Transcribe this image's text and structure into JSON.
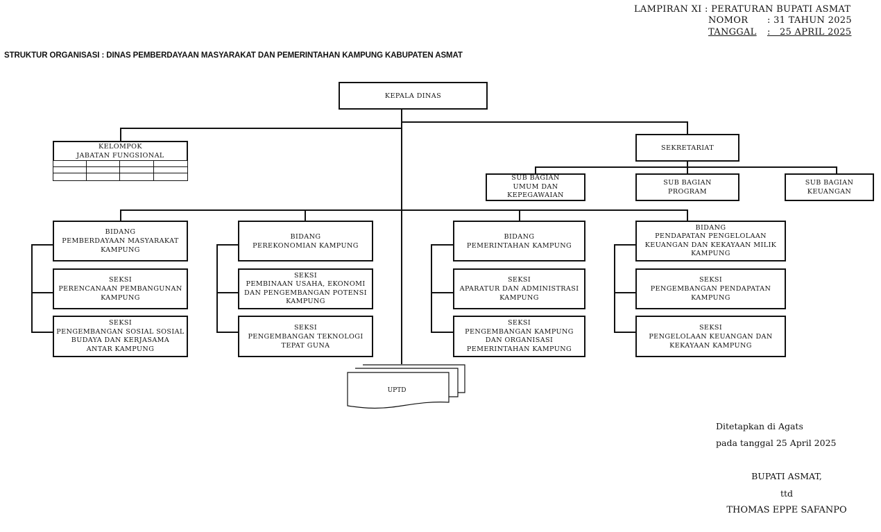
{
  "header": {
    "lampiran_label": "LAMPIRAN XI : PERATURAN BUPATI ASMAT",
    "nomor_label": "NOMOR",
    "nomor_value": ": 31 TAHUN 2025",
    "tanggal_label": "TANGGAL",
    "tanggal_value": ":   25 APRIL 2025"
  },
  "title": "STRUKTUR ORGANISASI : DINAS PEMBERDAYAAN MASYARAKAT DAN PEMERINTAHAN KAMPUNG KABUPATEN ASMAT",
  "chart": {
    "head": {
      "lines": [
        "KEPALA DINAS"
      ]
    },
    "functional_group": {
      "lines": [
        "KELOMPOK",
        "JABATAN FUNGSIONAL"
      ]
    },
    "secretariat": {
      "lines": [
        "SEKRETARIAT"
      ],
      "sub_sections": [
        {
          "lines": [
            "SUB  BAGIAN",
            "UMUM  DAN",
            "KEPEGAWAIAN"
          ]
        },
        {
          "lines": [
            "SUB BAGIAN",
            "PROGRAM"
          ]
        },
        {
          "lines": [
            "SUB BAGIAN",
            "KEUANGAN"
          ]
        }
      ]
    },
    "divisions": [
      {
        "lines": [
          "BIDANG",
          "PEMBERDAYAAN   MASYARAKAT",
          "KAMPUNG"
        ],
        "sections": [
          {
            "lines": [
              "SEKSI",
              "PERENCANAAN   PEMBANGUNAN",
              "KAMPUNG"
            ]
          },
          {
            "lines": [
              "SEKSI",
              "PENGEMBANGAN SOSIAL SOSIAL",
              "BUDAYA DAN KERJASAMA",
              "ANTAR KAMPUNG"
            ]
          }
        ]
      },
      {
        "lines": [
          "BIDANG",
          "PEREKONOMIAN KAMPUNG"
        ],
        "sections": [
          {
            "lines": [
              "SEKSI",
              "PEMBINAAN USAHA, EKONOMI",
              "DAN PENGEMBANGAN POTENSI",
              "KAMPUNG"
            ]
          },
          {
            "lines": [
              "SEKSI",
              "PENGEMBANGAN TEKNOLOGI",
              "TEPAT  GUNA"
            ]
          }
        ]
      },
      {
        "lines": [
          "BIDANG",
          "PEMERINTAHAN   KAMPUNG"
        ],
        "sections": [
          {
            "lines": [
              "SEKSI",
              "APARATUR  DAN  ADMINISTRASI",
              "KAMPUNG"
            ]
          },
          {
            "lines": [
              "SEKSI",
              "PENGEMBANGAN KAMPUNG",
              "DAN  ORGANISASI",
              "PEMERINTAHAN   KAMPUNG"
            ]
          }
        ]
      },
      {
        "lines": [
          "BIDANG",
          "PENDAPATAN  PENGELOLAAN",
          "KEUANGAN  DAN  KEKAYAAN  MILIK",
          "KAMPUNG"
        ],
        "sections": [
          {
            "lines": [
              "SEKSI",
              "PENGEMBANGAN  PENDAPATAN",
              "KAMPUNG"
            ]
          },
          {
            "lines": [
              "SEKSI",
              "PENGELOLAAN KEUANGAN DAN",
              "KEKAYAAN   KAMPUNG"
            ]
          }
        ]
      }
    ],
    "uptd": {
      "label": "UPTD"
    }
  },
  "signature": {
    "place": "Ditetapkan di Agats",
    "date": "pada tanggal 25 April 2025",
    "office": "BUPATI ASMAT,",
    "ttd": "ttd",
    "name": "THOMAS EPPE SAFANPO"
  },
  "colors": {
    "ink": "#111111",
    "paper": "#ffffff"
  }
}
